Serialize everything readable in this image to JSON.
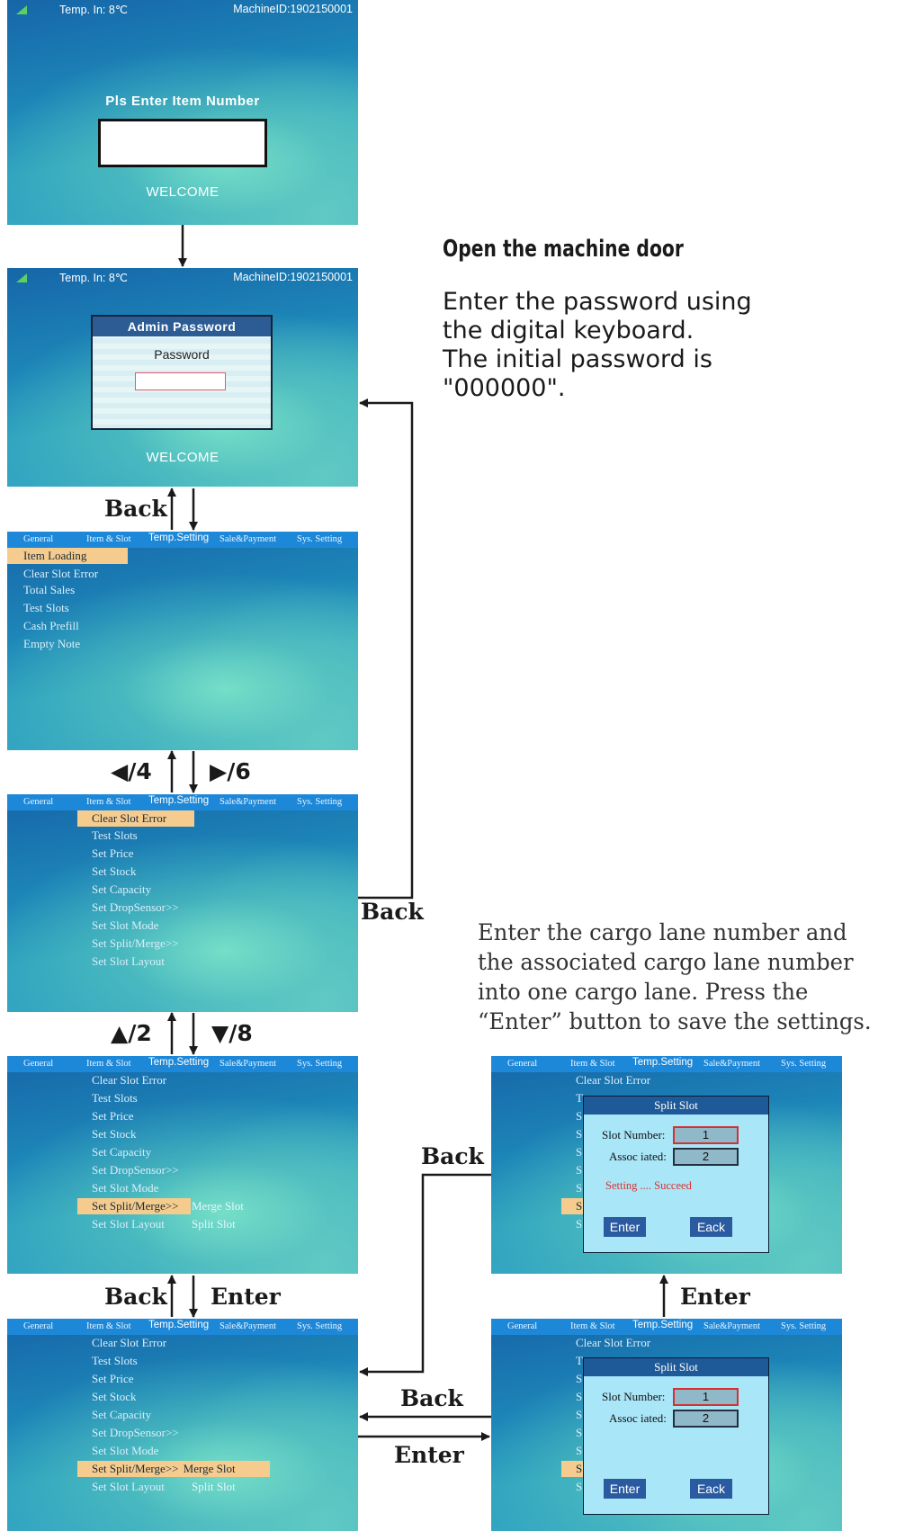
{
  "status_bar": {
    "temp": "Temp.  In:  8℃",
    "machine_id": "MachineID:1902150001"
  },
  "screen1": {
    "prompt": "Pls Enter Item Number",
    "welcome": "WELCOME"
  },
  "screen2": {
    "dialog_title": "Admin Password",
    "field_label": "Password",
    "welcome": "WELCOME"
  },
  "menu_tabs": {
    "general": "General",
    "item_slot": "Item & Slot",
    "temp": "Temp.Setting",
    "sale": "Sale&Payment",
    "sys": "Sys. Setting"
  },
  "general_items": [
    "Item Loading",
    "Clear Slot Error",
    "Total Sales",
    "Test Slots",
    "Cash Prefill",
    "Empty Note"
  ],
  "slot_items": [
    "Clear Slot Error",
    "Test Slots",
    "Set Price",
    "Set Stock",
    "Set Capacity",
    "Set DropSensor>>",
    "Set Slot Mode",
    "Set Split/Merge>>",
    "Set Slot Layout"
  ],
  "submenu": {
    "merge": "Merge Slot",
    "split": "Split Slot"
  },
  "split_dialog": {
    "title": "Split Slot",
    "slot_label": "Slot Number:",
    "assoc_label": "Assoc iated:",
    "slot_value": "1",
    "assoc_value": "2",
    "success": "Setting .... Succeed",
    "enter": "Enter",
    "back": "Eack"
  },
  "partial_letters": {
    "t": "T",
    "s": "S"
  },
  "arrow_labels": {
    "back": "Back",
    "enter": "Enter",
    "left4": "◀/4",
    "right6": "▶/6",
    "up2": "▲/2",
    "down8": "▼/8"
  },
  "notes": {
    "door": "Open the machine door",
    "password": [
      "Enter the password using",
      "the digital keyboard.",
      "The initial password is",
      "\"000000\"."
    ],
    "cargo": [
      "Enter the cargo lane number and",
      "the associated cargo lane number",
      "into one cargo lane. Press the",
      "“Enter”  button to save the settings."
    ]
  },
  "colors": {
    "selection": "#f5cc8e",
    "menubar": "#1e88d8",
    "dialog_title": "#2d5c94",
    "error_red": "#e03030"
  }
}
